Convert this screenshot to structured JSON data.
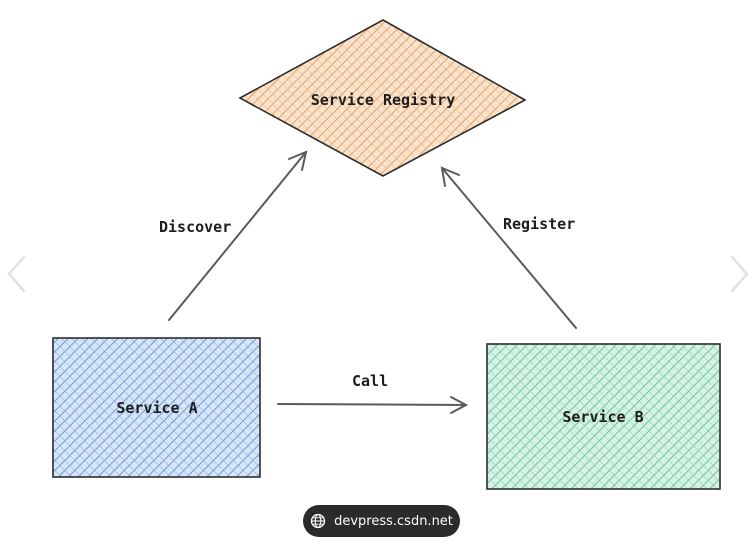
{
  "diagram": {
    "nodes": {
      "registry": {
        "label": "Service Registry",
        "fill": "#f4c59b",
        "stroke": "#2d2d2d"
      },
      "service_a": {
        "label": "Service A",
        "fill": "#a9c7ef",
        "stroke": "#2d2d2d"
      },
      "service_b": {
        "label": "Service B",
        "fill": "#a5dfc6",
        "stroke": "#2d2d2d"
      }
    },
    "edges": {
      "discover": {
        "label": "Discover",
        "from": "Service A",
        "to": "Service Registry"
      },
      "register": {
        "label": "Register",
        "from": "Service B",
        "to": "Service Registry"
      },
      "call": {
        "label": "Call",
        "from": "Service A",
        "to": "Service B"
      }
    },
    "edge_color": "#5a5a5a"
  },
  "navigation": {
    "prev_icon": "chevron-left-icon",
    "next_icon": "chevron-right-icon"
  },
  "watermark": {
    "icon": "globe-icon",
    "text": "devpress.csdn.net"
  }
}
